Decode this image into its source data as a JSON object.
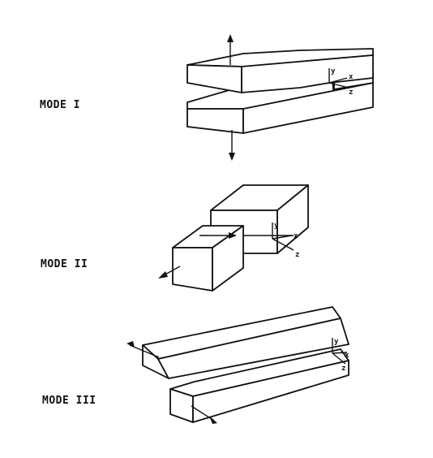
{
  "modes": [
    {
      "label": "MODE I",
      "axes": {
        "y": "y",
        "x": "x",
        "z": "z"
      }
    },
    {
      "label": "MODE II",
      "axes": {
        "y": "y",
        "x": "x",
        "z": "z"
      }
    },
    {
      "label": "MODE III",
      "axes": {
        "y": "y",
        "x": "x",
        "z": "z"
      }
    }
  ]
}
